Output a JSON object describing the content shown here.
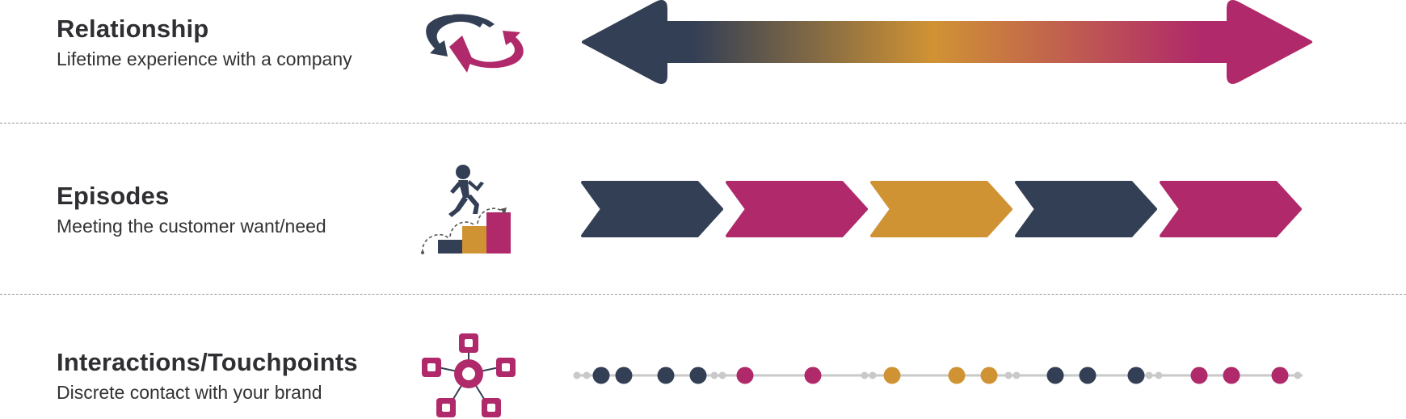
{
  "rows": [
    {
      "title": "Relationship",
      "subtitle": "Lifetime experience with a company",
      "icon": "circular-arrows-icon"
    },
    {
      "title": "Episodes",
      "subtitle": "Meeting the customer want/need",
      "icon": "person-climbing-steps-icon"
    },
    {
      "title": "Interactions/Touchpoints",
      "subtitle": "Discrete contact with your brand",
      "icon": "network-hub-icon"
    }
  ],
  "colors": {
    "navy": "#333F55",
    "magenta": "#B0296A",
    "gold": "#D09334",
    "line": "#C9C9C9",
    "text": "#333333"
  },
  "episodes": [
    "navy",
    "magenta",
    "gold",
    "navy",
    "magenta"
  ],
  "touchpoints": [
    "navy",
    "navy",
    "navy",
    "navy",
    "magenta",
    "magenta",
    "gold",
    "gold",
    "gold",
    "navy",
    "navy",
    "navy",
    "magenta",
    "magenta",
    "magenta"
  ]
}
